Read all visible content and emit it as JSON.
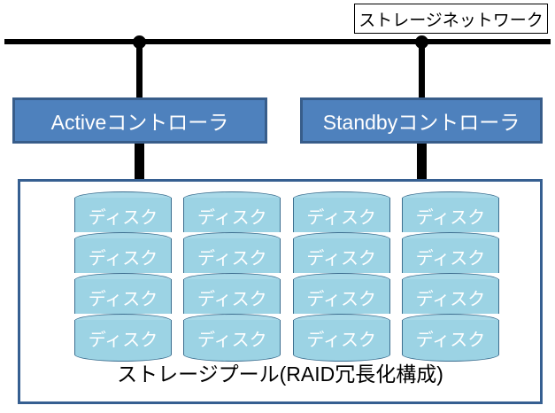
{
  "diagram": {
    "title": "ストレージネットワーク",
    "network": {
      "label": "ストレージネットワーク",
      "bus_nodes": 2
    },
    "controllers": [
      {
        "id": "active",
        "label": "Activeコントローラ"
      },
      {
        "id": "standby",
        "label": "Standbyコントローラ"
      }
    ],
    "storage_pool": {
      "caption": "ストレージプール(RAID冗長化構成)",
      "columns": 4,
      "disks_per_column": 4,
      "disk_label": "ディスク"
    },
    "colors": {
      "controller_fill": "#4E81BD",
      "controller_border": "#385D8A",
      "pool_border": "#365F91",
      "disk_fill": "#9CD3E4",
      "disk_top_fill": "#A9D9E8",
      "disk_border": "#3C6E8F",
      "line": "#000000",
      "background": "#FFFFFF",
      "text_on_blue": "#FFFFFF",
      "text": "#000000"
    }
  }
}
